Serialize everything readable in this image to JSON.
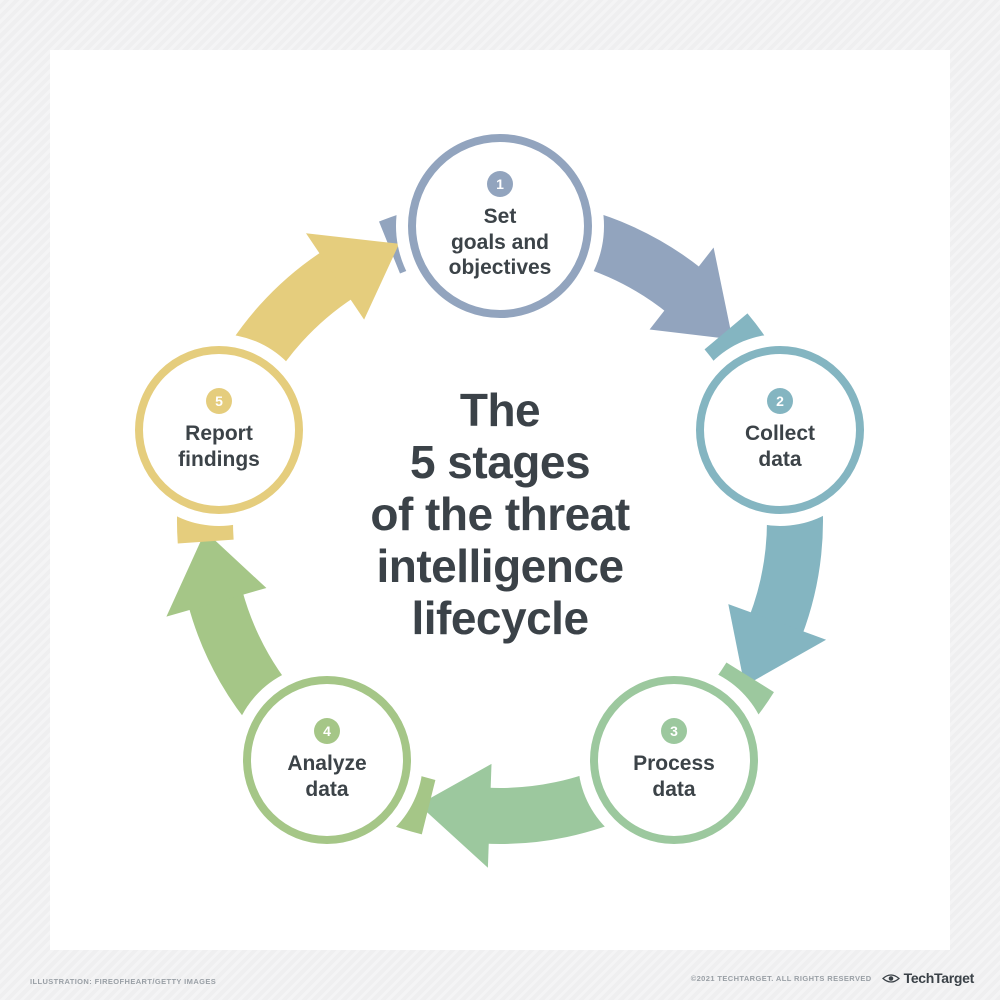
{
  "title": {
    "lines": [
      "The",
      "5 stages",
      "of the threat",
      "intelligence",
      "lifecycle"
    ]
  },
  "stages": [
    {
      "number": "1",
      "label_lines": [
        "Set",
        "goals and",
        "objectives"
      ],
      "color": "#92a4be"
    },
    {
      "number": "2",
      "label_lines": [
        "Collect",
        "data",
        ""
      ],
      "color": "#84b5c1"
    },
    {
      "number": "3",
      "label_lines": [
        "Process",
        "data",
        ""
      ],
      "color": "#9cc89e"
    },
    {
      "number": "4",
      "label_lines": [
        "Analyze",
        "data",
        ""
      ],
      "color": "#a5c687"
    },
    {
      "number": "5",
      "label_lines": [
        "Report",
        "findings",
        ""
      ],
      "color": "#e5cd7d"
    }
  ],
  "footer": {
    "credit": "ILLUSTRATION: FIREOFHEART/GETTY IMAGES",
    "copyright": "©2021 TECHTARGET. ALL RIGHTS RESERVED",
    "brand": "TechTarget"
  },
  "colors": {
    "text_dark": "#3c4348",
    "background": "#f1f1f2",
    "card": "#ffffff"
  }
}
